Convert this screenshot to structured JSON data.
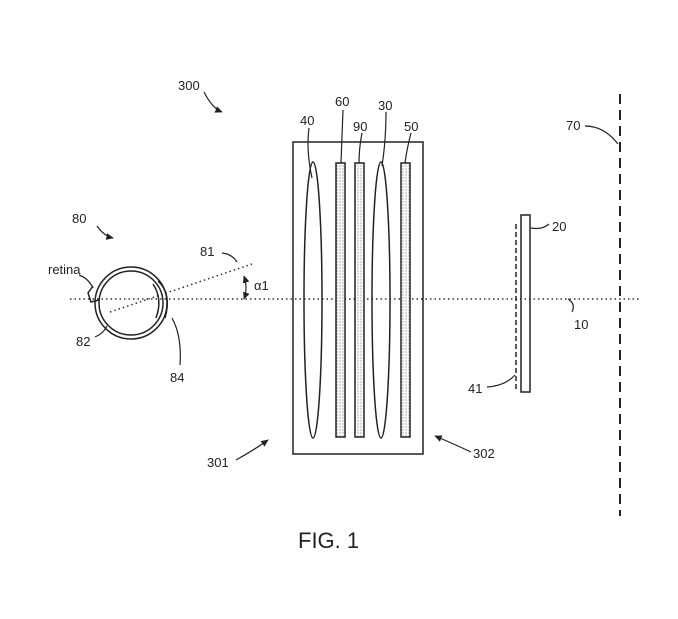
{
  "labels": {
    "system": "300",
    "eye": "80",
    "retina": "retina",
    "eye_82": "82",
    "eye_84": "84",
    "axis_81": "81",
    "angle": "α1",
    "lens_40": "40",
    "element_60": "60",
    "element_90": "90",
    "lens_30": "30",
    "element_50": "50",
    "display_20": "20",
    "plane_70": "70",
    "axis_10": "10",
    "element_41": "41",
    "side_301": "301",
    "side_302": "302"
  },
  "caption": "FIG. 1",
  "colors": {
    "ink": "#222222",
    "hatch": "#9a9a9a",
    "background": "#ffffff"
  }
}
